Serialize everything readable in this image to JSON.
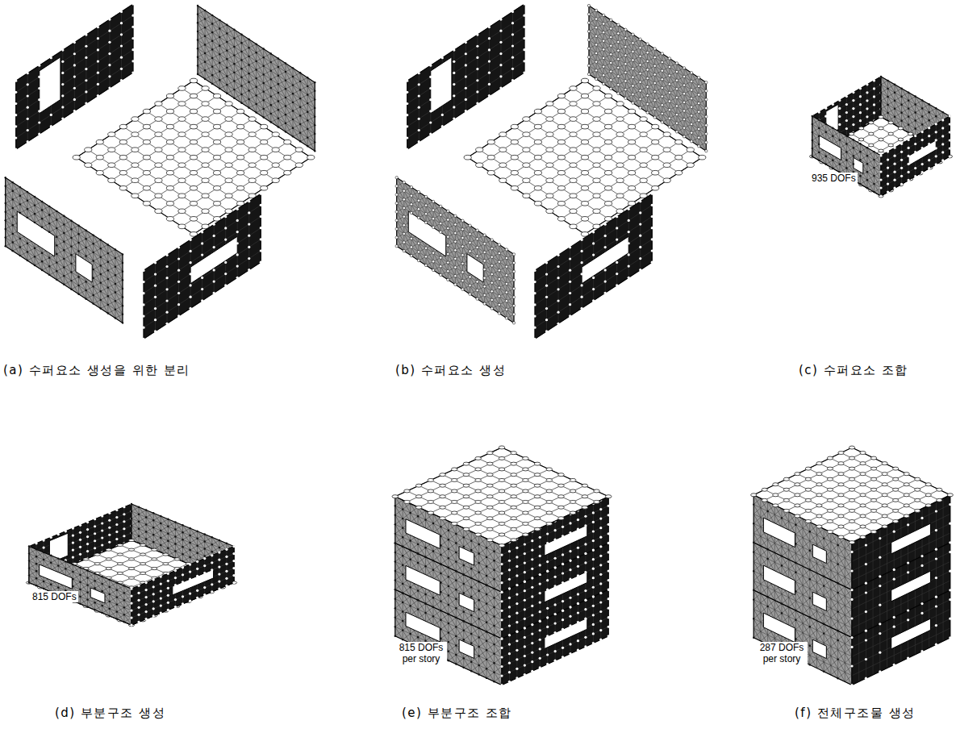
{
  "diagram": {
    "labels": [
      "(a) 수퍼요소 생성을 위한 분리",
      "(b) 수퍼요소 생성",
      "935 DOFs",
      "(c) 수퍼요소 조합",
      "815 DOFs",
      "(d) 부분구조 생성",
      "815 DOFs per story",
      "(e) 부분구조 조합",
      "287 DOFs per story",
      "(f) 전체구조물 생성"
    ]
  }
}
